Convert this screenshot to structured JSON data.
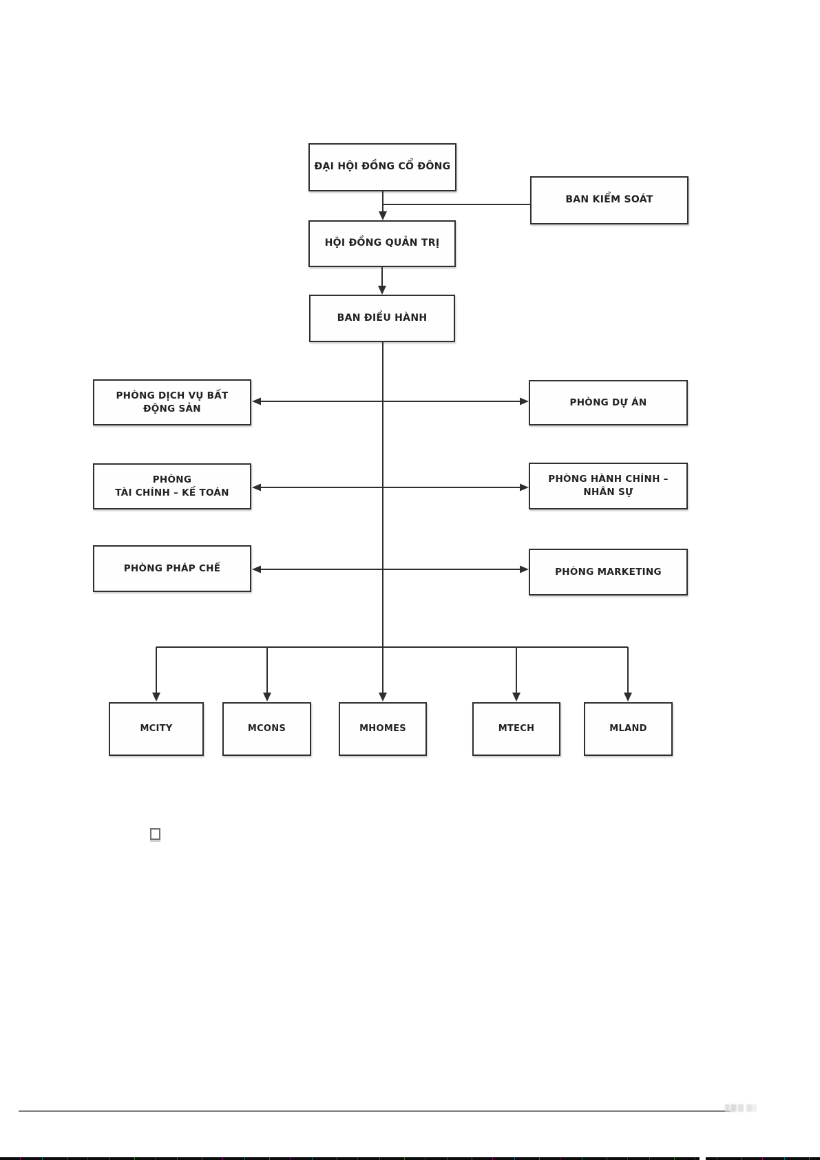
{
  "org_chart": {
    "top": {
      "label": "ĐẠI HỘI ĐỒNG CỔ ĐÔNG"
    },
    "supervisory": {
      "label": "BAN KIỂM SOÁT"
    },
    "board": {
      "label": "HỘI ĐỒNG QUẢN TRỊ"
    },
    "executive": {
      "label": "BAN ĐIỀU HÀNH"
    },
    "left_departments": [
      {
        "line1": "PHÒNG DỊCH VỤ BẤT",
        "line2": "ĐỘNG SẢN"
      },
      {
        "line1": "PHÒNG",
        "line2": "TÀI CHÍNH – KẾ TOÁN"
      },
      {
        "line1": "PHÒNG PHÁP CHẾ",
        "line2": ""
      }
    ],
    "right_departments": [
      {
        "line1": "PHÒNG DỰ ÁN",
        "line2": ""
      },
      {
        "line1": "PHÒNG HÀNH CHÍNH –",
        "line2": "NHÂN SỰ"
      },
      {
        "line1": "PHÒNG MARKETING",
        "line2": ""
      }
    ],
    "subsidiaries": [
      "MCITY",
      "MCONS",
      "MHOMES",
      "MTECH",
      "MLAND"
    ]
  },
  "icons": {
    "bullet_glyph": "empty-checkbox"
  },
  "colors": {
    "box_border": "#2f2f2f",
    "connector_line": "#2e2e2e",
    "text": "#212121",
    "footer_rule": "#7d7d7d",
    "scan_bar": "#0b0b0b"
  }
}
